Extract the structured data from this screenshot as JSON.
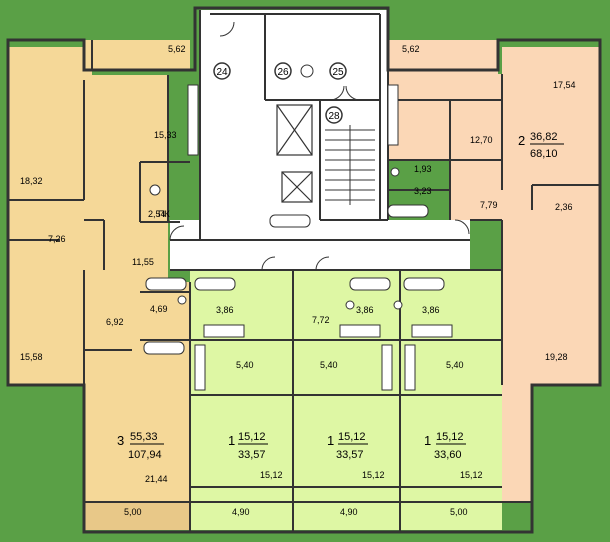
{
  "colors": {
    "background": "#5aa046",
    "apt3": "#f5d898",
    "apt2": "#fbd7b6",
    "apt1": "#def7a4",
    "common": "#ffffff",
    "wall": "#333333",
    "balcony_left": "#e8c888"
  },
  "stair_labels": {
    "s24": "24",
    "s26": "26",
    "s25": "25",
    "s28": "28"
  },
  "elevator_icons": [
    "elevator-icon",
    "elevator-icon"
  ],
  "apartment_3": {
    "rooms_label": "3",
    "living": "55,33",
    "total": "107,94",
    "areas": {
      "balcony_top": "5,62",
      "room_a": "18,32",
      "kitchen": "15,33",
      "wc": "2,54",
      "hall_a": "7,26",
      "hall_b": "11,55",
      "corridor": "6,92",
      "bath": "4,69",
      "room_b": "15,58",
      "room_c": "21,44",
      "balcony_bottom": "5,00"
    },
    "tag_pk": "ПК"
  },
  "apartment_2": {
    "rooms_label": "2",
    "living": "36,82",
    "total": "68,10",
    "areas": {
      "balcony_top": "5,62",
      "room_a": "17,54",
      "kitchen": "12,70",
      "wc": "1,93",
      "bath": "3,23",
      "hall": "7,79",
      "closet": "2,36",
      "room_b": "19,28"
    }
  },
  "apartment_1a": {
    "rooms_label": "1",
    "living": "15,12",
    "total": "33,57",
    "areas": {
      "bath": "3,86",
      "kitchen": "5,40",
      "room": "15,12",
      "balcony": "4,90"
    }
  },
  "apartment_1b": {
    "rooms_label": "1",
    "living": "15,12",
    "total": "33,57",
    "areas": {
      "hall": "7,72",
      "bath": "3,86",
      "kitchen": "5,40",
      "room": "15,12",
      "balcony": "4,90"
    }
  },
  "apartment_1c": {
    "rooms_label": "1",
    "living": "15,12",
    "total": "33,60",
    "areas": {
      "bath": "3,86",
      "kitchen": "5,40",
      "room": "15,12",
      "balcony": "5,00"
    }
  }
}
